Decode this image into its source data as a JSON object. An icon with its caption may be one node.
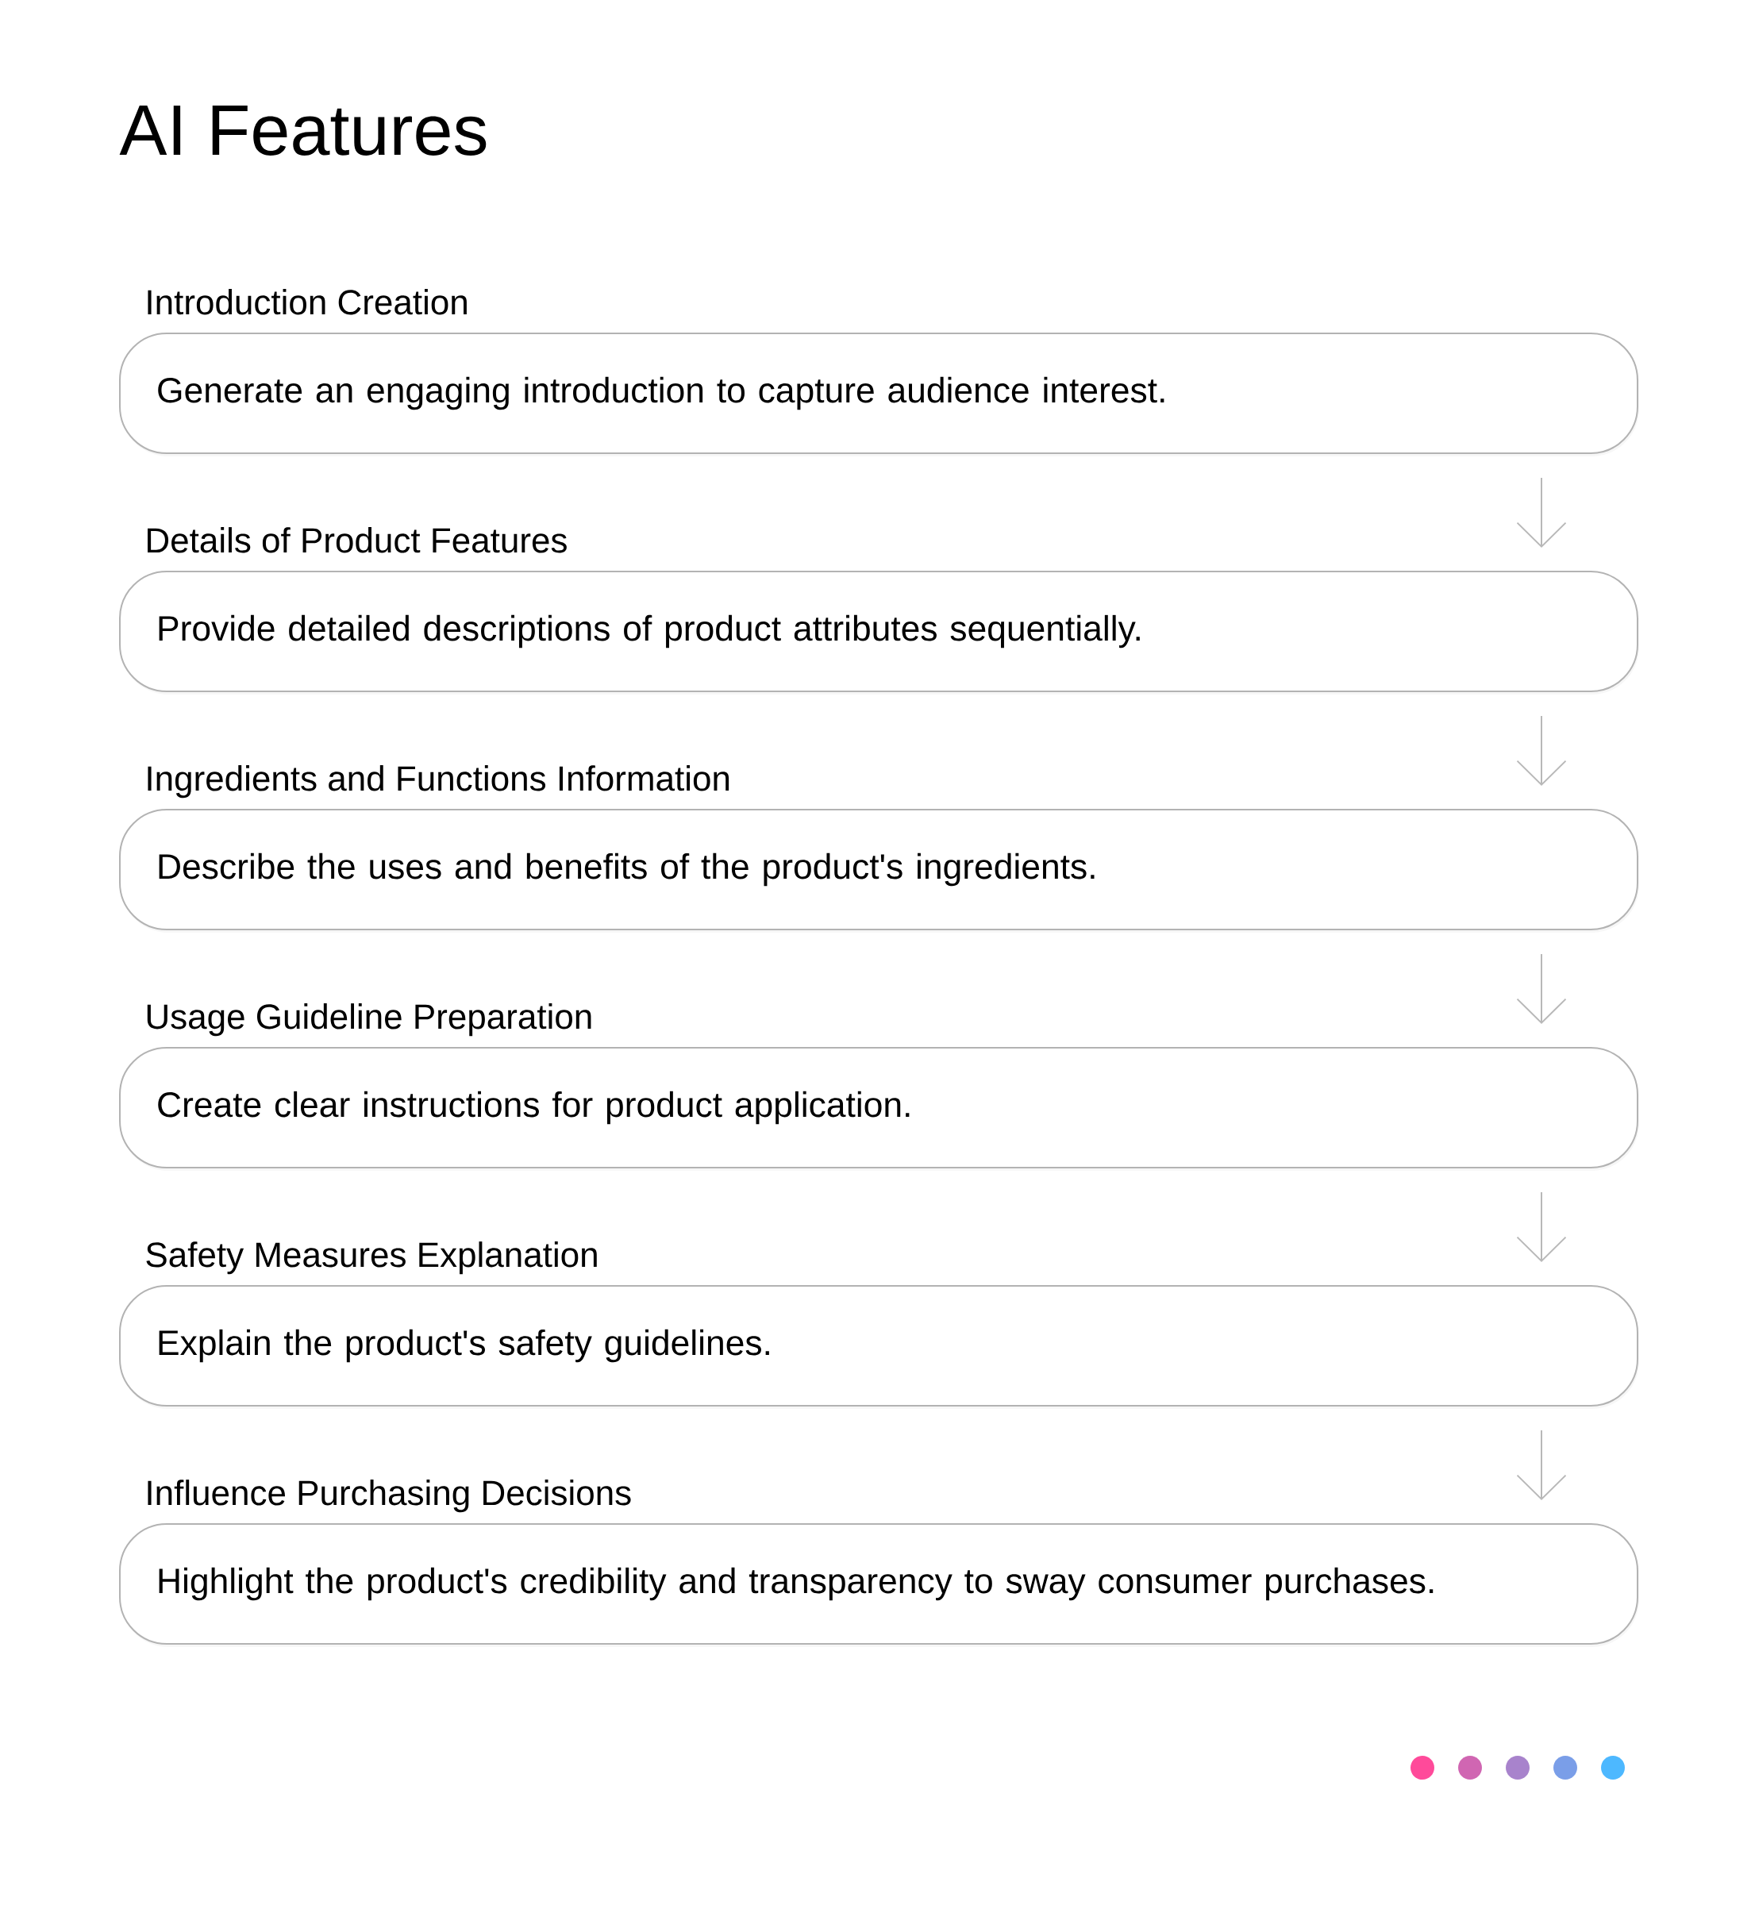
{
  "diagram": {
    "title": "AI Features",
    "nodes": [
      {
        "text": [
          "Introduction Creation",
          "Generate an engaging introduction to capture audience interest."
        ]
      },
      {
        "text": [
          "Details of Product Features",
          "Provide detailed descriptions of product attributes sequentially."
        ]
      },
      {
        "text": [
          "Ingredients and Functions Information",
          "Describe the uses and benefits of the product's ingredients."
        ]
      },
      {
        "text": [
          "Usage Guideline Preparation",
          "Create clear instructions for product application."
        ]
      },
      {
        "text": [
          "Safety Measures Explanation",
          "Explain the product's safety guidelines."
        ]
      },
      {
        "text": [
          "Influence Purchasing Decisions",
          "Highlight the product's credibility and transparency to sway consumer purchases."
        ]
      }
    ],
    "edges": [
      {
        "from": 0,
        "to": 1,
        "arrow": "to"
      },
      {
        "from": 1,
        "to": 2,
        "arrow": "to"
      },
      {
        "from": 2,
        "to": 3,
        "arrow": "to"
      },
      {
        "from": 3,
        "to": 4,
        "arrow": "to"
      },
      {
        "from": 4,
        "to": 5,
        "arrow": "to"
      }
    ]
  }
}
